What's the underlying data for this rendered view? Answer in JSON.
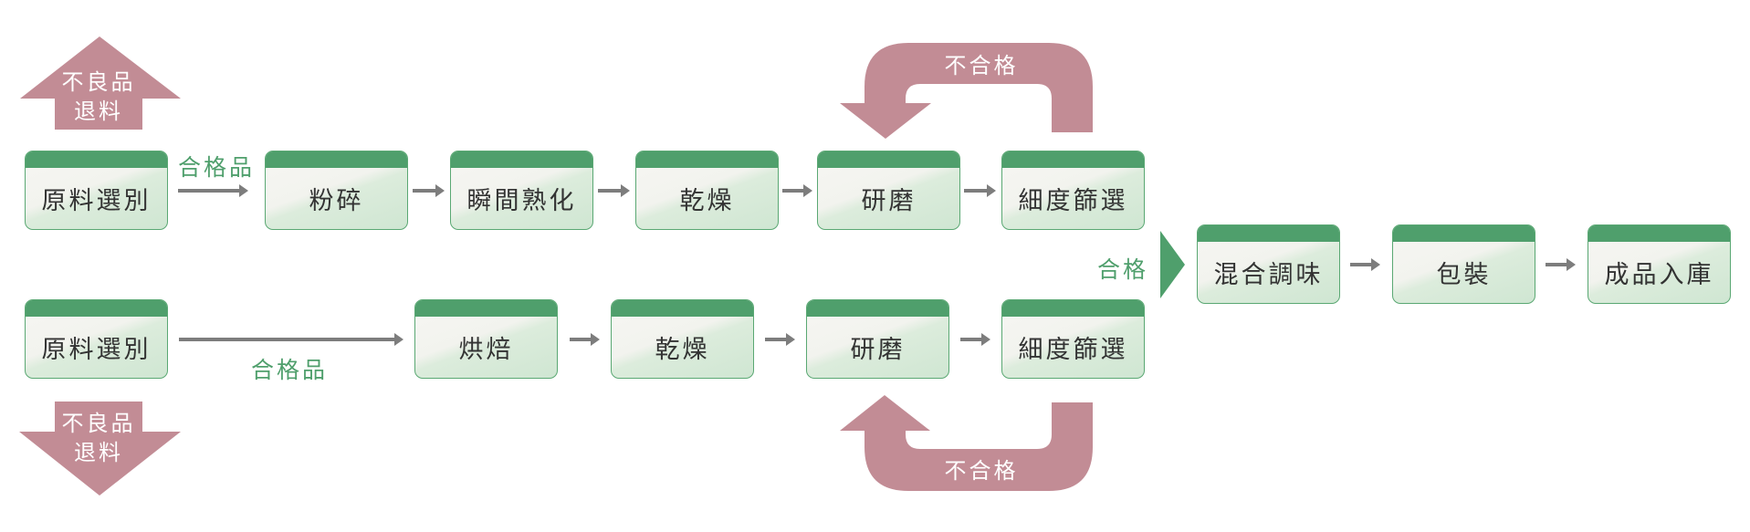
{
  "colors": {
    "header_green": "#4f9f6c",
    "reject_pink": "#c28c95",
    "connector_gray": "#7d7d7d",
    "label_green": "#4f9f6c"
  },
  "top_row": {
    "steps": [
      "原料選別",
      "粉碎",
      "瞬間熟化",
      "乾燥",
      "研磨",
      "細度篩選"
    ],
    "pass_label": "合格品",
    "reject_label_line1": "不良品",
    "reject_label_line2": "退料",
    "loop_label": "不合格"
  },
  "bottom_row": {
    "steps": [
      "原料選別",
      "烘焙",
      "乾燥",
      "研磨",
      "細度篩選"
    ],
    "pass_label": "合格品",
    "reject_label_line1": "不良品",
    "reject_label_line2": "退料",
    "loop_label": "不合格"
  },
  "merge": {
    "pass_label": "合格",
    "steps": [
      "混合調味",
      "包裝",
      "成品入庫"
    ]
  }
}
